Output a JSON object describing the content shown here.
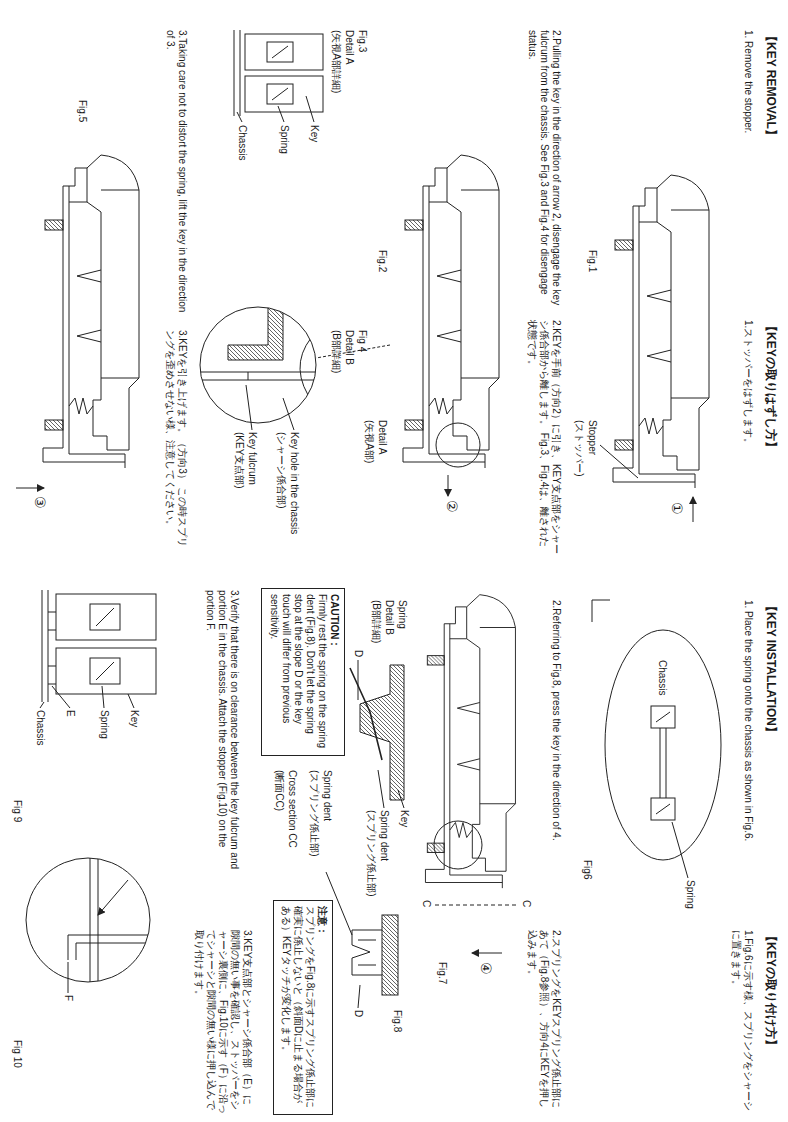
{
  "diagram": {
    "nodes": [
      {
        "text": [
          "CAUTION :",
          "Firmly rest the spring on the spring dent (Fig.8). Don't let the spring stop at the slope D or the key touch will differ from previous sensitivity."
        ]
      },
      {
        "text": [
          "注意：",
          "スプリングをFig.8に示すスプリング係止部に確実に係止しないと（斜面Dに止まる場合がある）KEYタッチが変化します。"
        ]
      }
    ],
    "labels": [
      "【KEY REMOVAL】",
      "1. Remove the stopper.",
      "【KEYの取りはずし方】",
      "1.ストッパーをはずします。",
      "Fig.1",
      "Stopper",
      "(ストッパー)",
      "①",
      "2.Pulling the key in the direction of arrow 2, disengage the key fulcrum from the chassis. See Fig.3 and Fig.4 for disengage status.",
      "2.KEYを手前（方向2）に引き、KEY支点部をシャーシ係合部から離します。 Fig.3、Fig.4は、離された状態です。",
      "Fig.2",
      "②",
      "Detail A",
      "(矢視A部)",
      "Fig.3",
      "Detail A",
      "(矢視A部詳細)",
      "Key",
      "Spring",
      "Chassis",
      "Fig 4",
      "Detail B",
      "(B部詳細)",
      "Key hole in the chassis",
      "(シャーシ係合部)",
      "Key fulcrum",
      "(KEY支点部)",
      "3.Taking care not to distort the spring, lift the key in the direction of 3.",
      "3.KEYを引き上げます。（方向3） この時スプリングを歪めさせない様、注意してください。",
      "Fig.5",
      "③",
      "【KEY INSTALLATION】",
      "【KEYの取り付け方】",
      "1. Place the spring onto the chassis as shown in Fig.6.",
      "1.Fig.6に示す様、スプリングをシャーシに置きます。",
      "Chassis",
      "Spring",
      "Fig6",
      "2.Referring to Fig.8, press the key in the direction of 4.",
      "2.スプリングをKEYスプリング係止部にあて（Fig.8参照）、方向4にKEYを押し込みます。",
      "Fig.7",
      "C",
      "C",
      "④",
      "Spring",
      "Detail B",
      "(B部詳細)",
      "D",
      "Key",
      "Spring dent",
      "(スプリング係止部)",
      "Fig.8",
      "Spring dent",
      "(スプリング係止部)",
      "Cross section CC",
      "(断面CC)",
      "D",
      "3.Verify that there is on clearance between the key fulcrum and portion E in the chassis. Attach the stopper (Fig.10) on the portion F.",
      "3.KEY支点部とシャーシ係合部（E）に隙間の無い事を確認し、ストッパーをシャーシ裏側に、Fig.10に示す（F）に沿ってシャーシと隙間の無い様に押し込んで取り付けます。",
      "Key",
      "Spring",
      "E",
      "Chassis",
      "Fig 9",
      "F",
      "Fig 10"
    ]
  }
}
